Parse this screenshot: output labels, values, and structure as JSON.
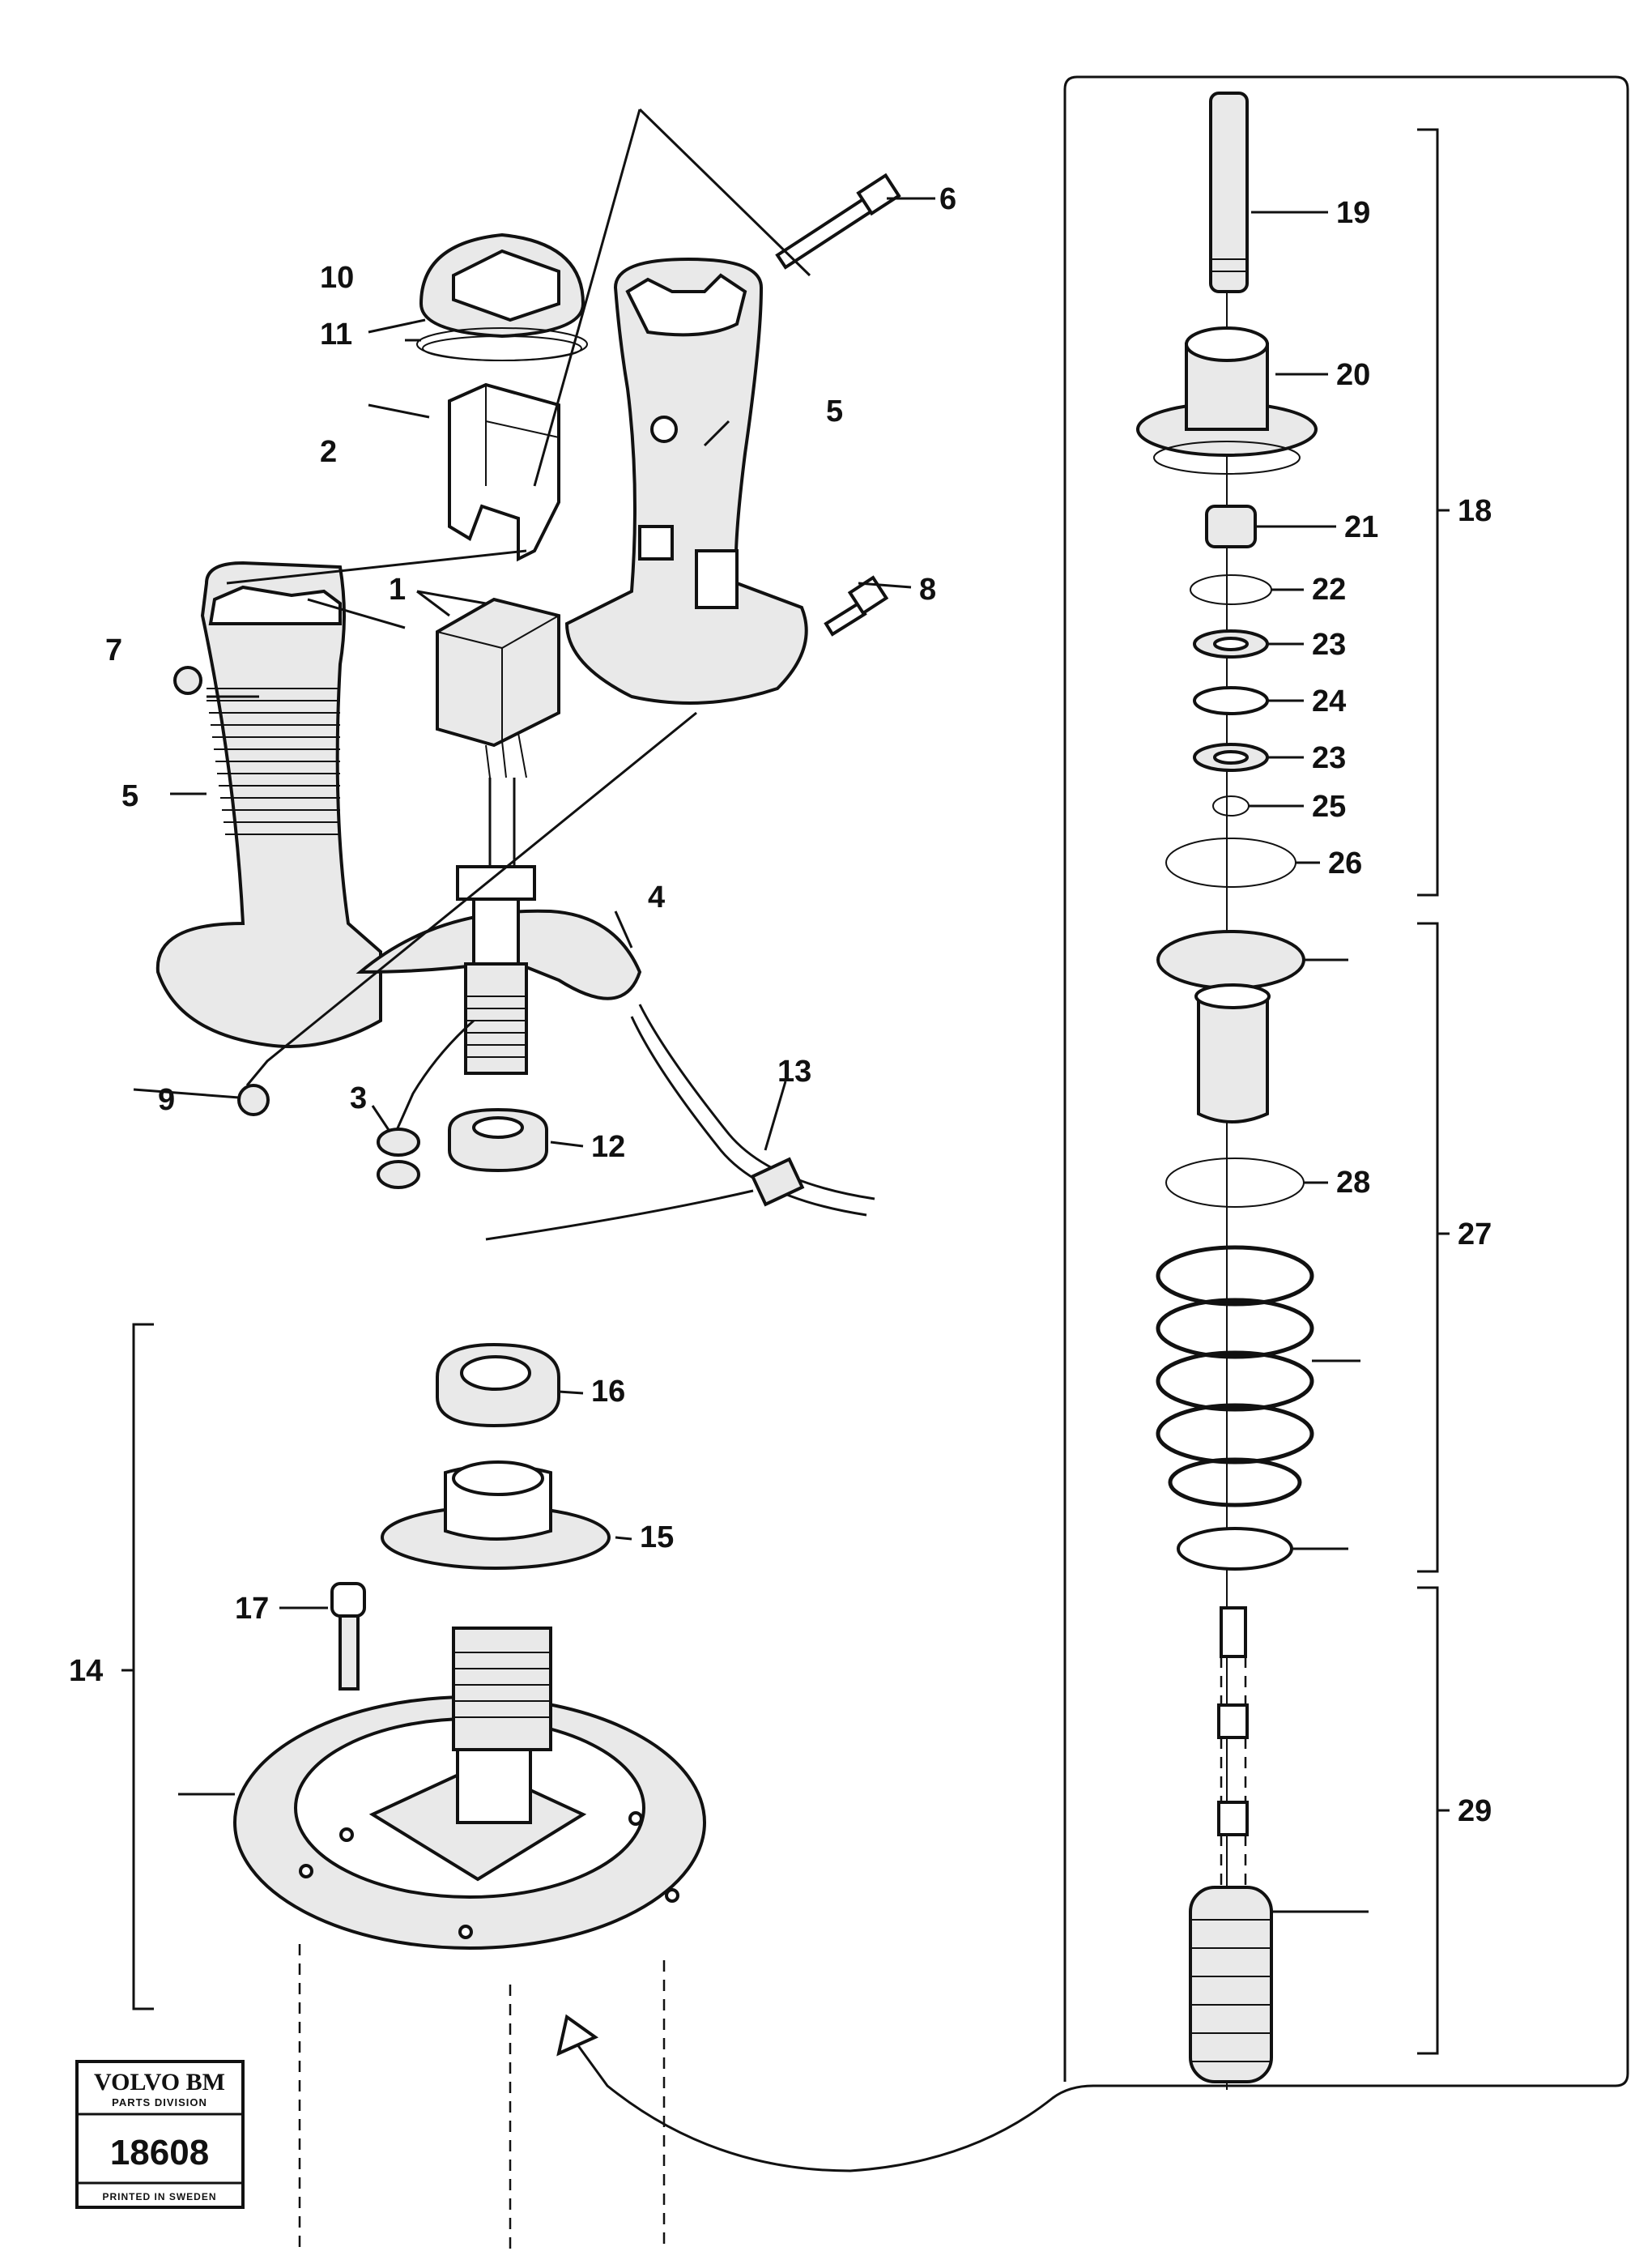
{
  "callouts": {
    "c1": "1",
    "c2": "2",
    "c3": "3",
    "c4": "4",
    "c5a": "5",
    "c5b": "5",
    "c6": "6",
    "c7": "7",
    "c8": "8",
    "c9": "9",
    "c10": "10",
    "c11": "11",
    "c12": "12",
    "c13": "13",
    "c14": "14",
    "c15": "15",
    "c16": "16",
    "c17": "17",
    "c18": "18",
    "c19": "19",
    "c20": "20",
    "c21": "21",
    "c22": "22",
    "c23a": "23",
    "c23b": "23",
    "c24": "24",
    "c25": "25",
    "c26": "26",
    "c27": "27",
    "c28": "28",
    "c29": "29"
  },
  "stamp": {
    "brand": "VOLVO BM",
    "division": "PARTS DIVISION",
    "number": "18608",
    "footer": "PRINTED IN SWEDEN"
  }
}
